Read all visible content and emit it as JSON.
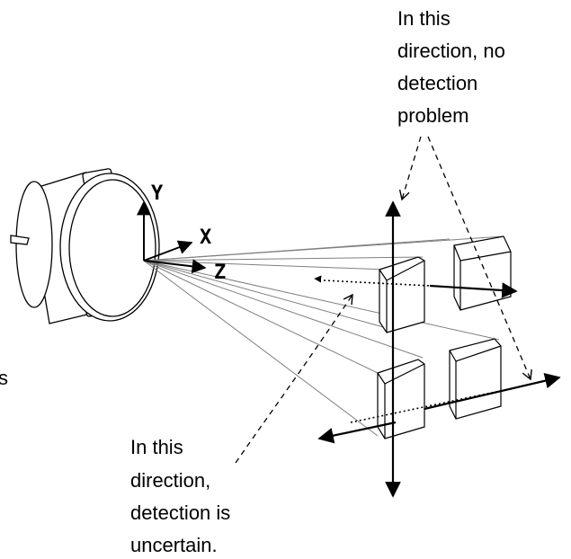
{
  "axes": {
    "x_label": "X",
    "y_label": "Y",
    "z_label": "Z"
  },
  "callout_top": {
    "lines": [
      "In this",
      "direction, no",
      "detection",
      "problem"
    ]
  },
  "callout_bottom": {
    "lines": [
      "In this",
      "direction,",
      "detection is",
      "uncertain."
    ]
  },
  "edge_fragment": "s",
  "colors": {
    "line": "#000000",
    "beam": "#7f7f7f",
    "background": "#ffffff"
  }
}
